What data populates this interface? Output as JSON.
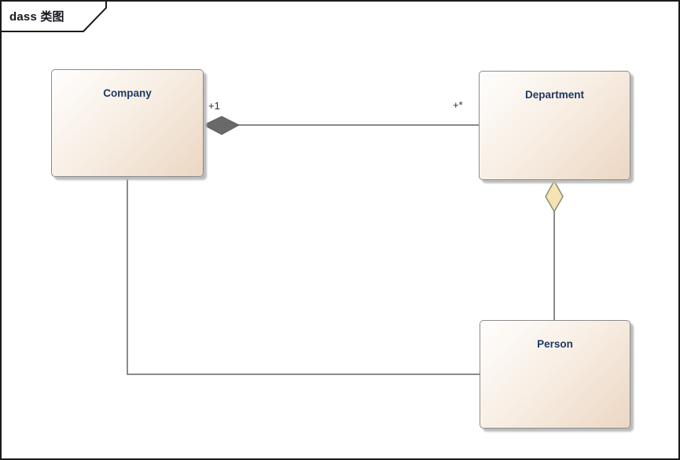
{
  "frame": {
    "label": "dass 类图"
  },
  "classes": [
    {
      "id": "company",
      "name": "Company"
    },
    {
      "id": "department",
      "name": "Department"
    },
    {
      "id": "person",
      "name": "Person"
    }
  ],
  "relationships": [
    {
      "type": "composition",
      "from": "Company",
      "to": "Department",
      "source_multiplicity": "+1",
      "target_multiplicity": "+*"
    },
    {
      "type": "aggregation",
      "from": "Department",
      "to": "Person"
    },
    {
      "type": "association",
      "from": "Company",
      "to": "Person"
    }
  ],
  "colors": {
    "frame_border": "#1a1a1a",
    "box_gradient_start": "#fffefd",
    "box_gradient_end": "#ecd7c3",
    "box_border": "#8c8c8c",
    "title_text": "#1f3864",
    "connector_line": "#8a8a8a",
    "composition_diamond_fill": "#696969",
    "aggregation_diamond_fill": "#f6e3b4",
    "aggregation_diamond_stroke": "#8c8c74"
  }
}
